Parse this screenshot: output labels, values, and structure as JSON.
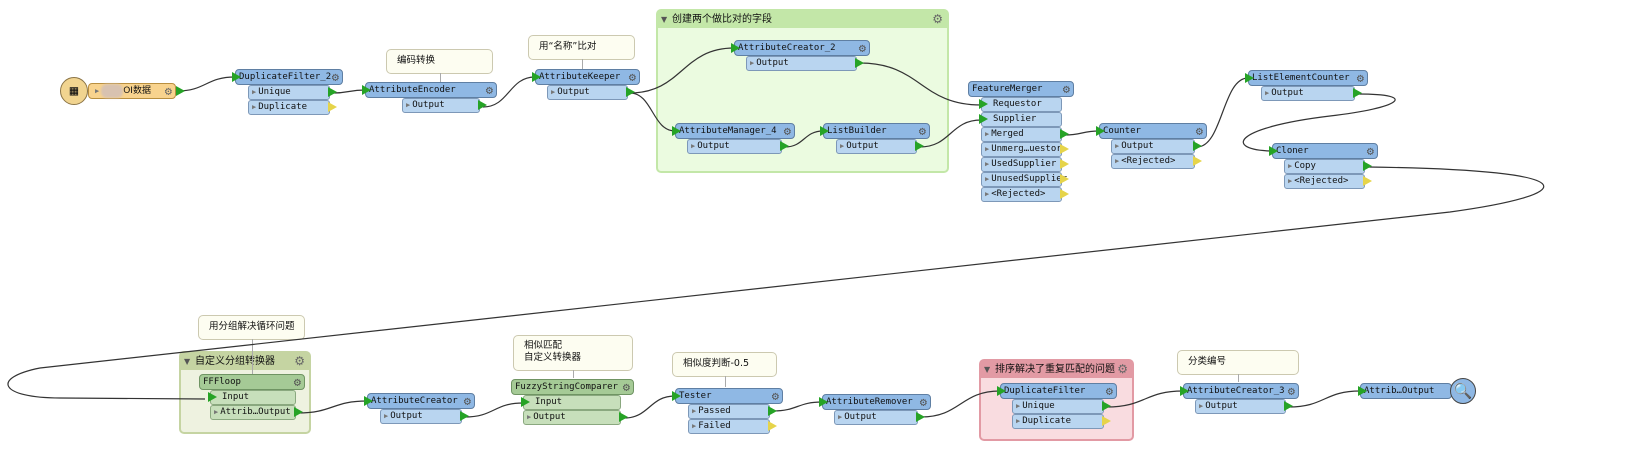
{
  "bookmarks": [
    {
      "title": "创建两个做比对的字段",
      "color": "#c3e7a8"
    },
    {
      "title": "自定义分组转换器",
      "color": "#c5d4a2"
    },
    {
      "title": "排序解决了重复匹配的问题",
      "color": "#e29aa4"
    }
  ],
  "annotations": [
    "编码转换",
    "用“名称”比对",
    "用分组解决循环问题",
    "相似匹配\n自定义转换器",
    "相似度判断-0.5",
    "分类编号"
  ],
  "reader": {
    "label": "OI数据",
    "icon": "table-reader-icon"
  },
  "inspector": {
    "label": "Attrib…Output",
    "icon": "magnifier-icon"
  },
  "nodes": [
    {
      "name": "DuplicateFilter_2",
      "ports": [
        {
          "label": "Unique",
          "connected": true
        },
        {
          "label": "Duplicate",
          "connected": false
        }
      ]
    },
    {
      "name": "AttributeEncoder",
      "ports": [
        {
          "label": "Output",
          "connected": true
        }
      ]
    },
    {
      "name": "AttributeKeeper",
      "ports": [
        {
          "label": "Output",
          "connected": true
        }
      ]
    },
    {
      "name": "AttributeCreator_2",
      "ports": [
        {
          "label": "Output",
          "connected": true
        }
      ]
    },
    {
      "name": "AttributeManager_4",
      "ports": [
        {
          "label": "Output",
          "connected": true
        }
      ]
    },
    {
      "name": "ListBuilder",
      "ports": [
        {
          "label": "Output",
          "connected": true
        }
      ]
    },
    {
      "name": "FeatureMerger",
      "inputs": [
        "Requestor",
        "Supplier"
      ],
      "ports": [
        {
          "label": "Merged",
          "connected": true
        },
        {
          "label": "Unmerg…uestor",
          "connected": false
        },
        {
          "label": "UsedSupplier",
          "connected": false
        },
        {
          "label": "UnusedSupplier",
          "connected": false
        },
        {
          "label": "<Rejected>",
          "connected": false
        }
      ]
    },
    {
      "name": "Counter",
      "ports": [
        {
          "label": "Output",
          "connected": true
        },
        {
          "label": "<Rejected>",
          "connected": false
        }
      ]
    },
    {
      "name": "ListElementCounter",
      "ports": [
        {
          "label": "Output",
          "connected": true
        }
      ]
    },
    {
      "name": "Cloner",
      "ports": [
        {
          "label": "Copy",
          "connected": true
        },
        {
          "label": "<Rejected>",
          "connected": false
        }
      ]
    },
    {
      "name": "FFFloop",
      "inputs": [
        "Input"
      ],
      "ports": [
        {
          "label": "Attrib…Output",
          "connected": true
        }
      ]
    },
    {
      "name": "AttributeCreator",
      "ports": [
        {
          "label": "Output",
          "connected": true
        }
      ]
    },
    {
      "name": "FuzzyStringComparer",
      "inputs": [
        "Input"
      ],
      "ports": [
        {
          "label": "Output",
          "connected": true
        }
      ]
    },
    {
      "name": "Tester",
      "ports": [
        {
          "label": "Passed",
          "connected": true
        },
        {
          "label": "Failed",
          "connected": false
        }
      ]
    },
    {
      "name": "AttributeRemover",
      "ports": [
        {
          "label": "Output",
          "connected": true
        }
      ]
    },
    {
      "name": "DuplicateFilter",
      "ports": [
        {
          "label": "Unique",
          "connected": true
        },
        {
          "label": "Duplicate",
          "connected": false
        }
      ]
    },
    {
      "name": "AttributeCreator_3",
      "ports": [
        {
          "label": "Output",
          "connected": true
        }
      ]
    }
  ]
}
